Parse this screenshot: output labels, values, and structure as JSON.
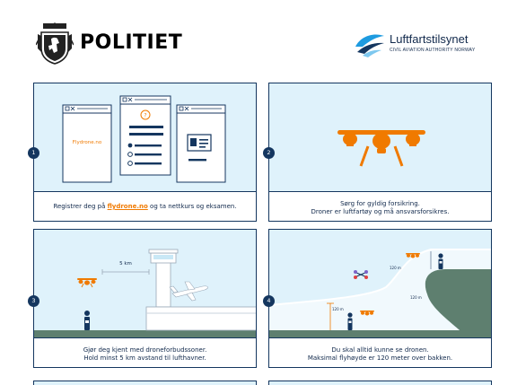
{
  "header": {
    "politi_logo_text": "POLITIET",
    "caa_name": "Luftfartstilsynet",
    "caa_subtitle": "CIVIL AVIATION AUTHORITY NORWAY"
  },
  "colors": {
    "navy": "#14365f",
    "orange": "#f07a00",
    "sky": "#dff2fb",
    "ground": "#5e7f6f"
  },
  "panels": [
    {
      "step": "1",
      "site_label": "Flydrone.no",
      "caption_pre": "Registrer deg på ",
      "caption_link": "flydrone.no",
      "caption_post": " og ta nettkurs og eksamen."
    },
    {
      "step": "2",
      "caption_line1": "Sørg for gyldig forsikring.",
      "caption_line2": "Droner er luftfartøy og må ansvarsforsikres."
    },
    {
      "step": "3",
      "distance_label": "5 km",
      "caption_line1": "Gjør deg kjent med droneforbudssoner.",
      "caption_line2": "Hold minst 5 km avstand til lufthavner."
    },
    {
      "step": "4",
      "height_label_left": "120 m",
      "height_label_top": "120 m",
      "height_label_right": "120 m",
      "caption_line1": "Du skal alltid kunne se dronen.",
      "caption_line2": "Maksimal flyhøyde er 120 meter over bakken."
    }
  ],
  "icons": {
    "crest": "police-crest-icon",
    "caa_mark": "caa-wing-icon",
    "drone": "drone-icon",
    "person": "person-icon",
    "tower": "control-tower-icon",
    "plane": "airplane-icon",
    "browser": "browser-window-icon",
    "id_card": "id-card-icon"
  }
}
